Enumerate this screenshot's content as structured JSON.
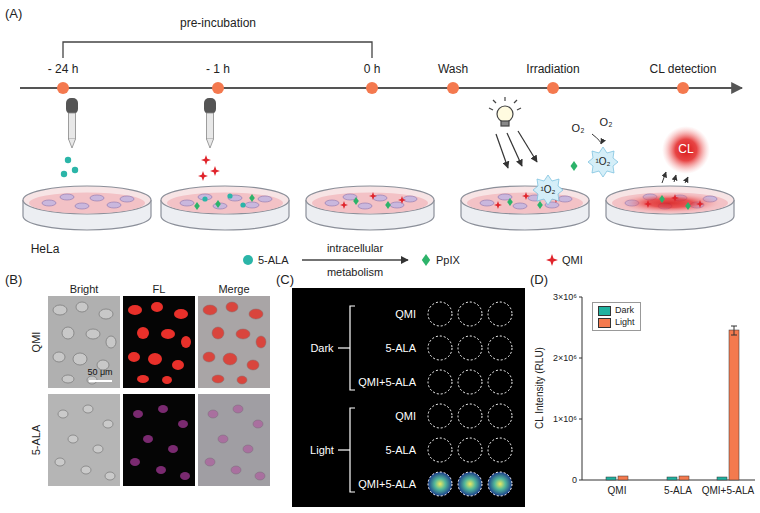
{
  "diagram": {
    "nodes": [
      {
        "text": [
          "Dark",
          "QMI",
          "5-ALA",
          "QMI+5-ALA",
          "Light",
          "QMI",
          "5-ALA",
          "QMI+5-ALA"
        ]
      }
    ],
    "labels": [
      "(A)",
      "pre-incubation",
      "- 24 h",
      "- 1 h",
      "0 h",
      "Wash",
      "Irradiation",
      "CL detection",
      "O₂",
      "O₂",
      "¹O₂",
      "¹O₂",
      "CL",
      "HeLa",
      "5-ALA",
      "intracellular",
      "metabolism",
      "PpIX",
      "QMI",
      "(B)",
      "Bright",
      "FL",
      "Merge",
      "QMI",
      "5-ALA",
      "50 μm",
      "(C)",
      "(D)",
      "3×10⁶",
      "2×10⁶",
      "1×10⁶",
      "0",
      "CL Intensity (RLU)",
      "QMI",
      "5-ALA",
      "QMI+5-ALA"
    ],
    "legend": [
      {
        "text": "Dark",
        "color": "#20b2a0"
      },
      {
        "text": "Light",
        "color": "#f47a4e"
      }
    ]
  }
}
